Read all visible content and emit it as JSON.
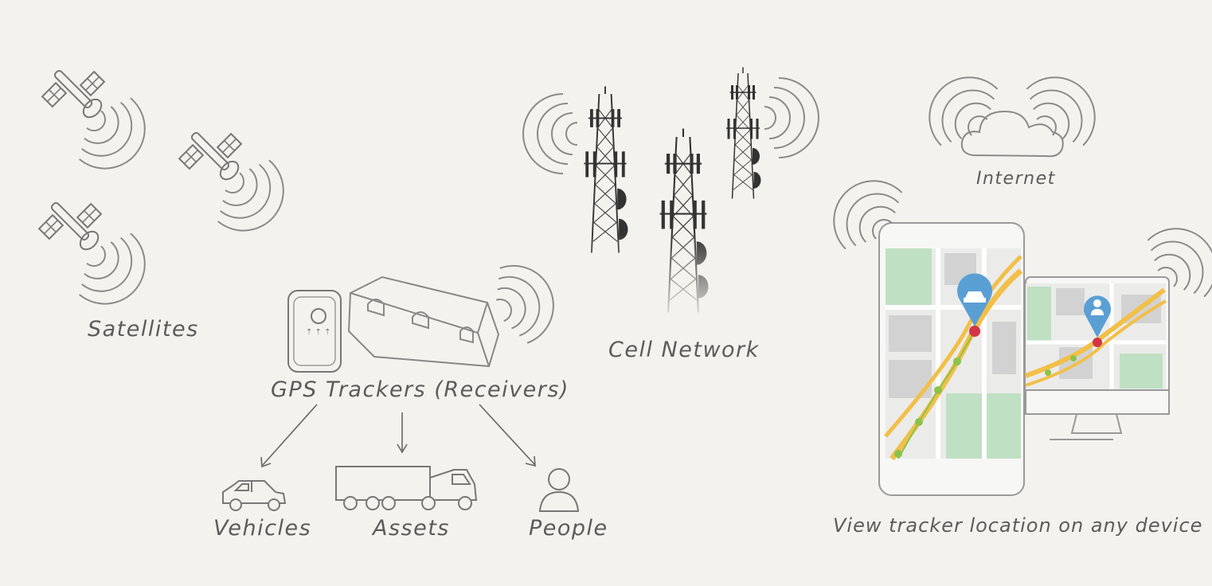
{
  "labels": {
    "satellites": "Satellites",
    "cell_network": "Cell Network",
    "internet": "Internet",
    "gps_trackers": "GPS Trackers (Receivers)",
    "vehicles": "Vehicles",
    "assets": "Assets",
    "people": "People",
    "view_location": "View tracker location on any device"
  },
  "colors": {
    "background": "#f3f2ee",
    "sketch": "#7a7a7a",
    "tower": "#333333",
    "map_green": "#bfe0c2",
    "map_block": "#d2d2d2",
    "road": "#f2bf47",
    "pin_blue": "#5a9fd4",
    "pin_red": "#d23545",
    "route_dot": "#8bc34a"
  },
  "icons": {
    "satellite": "satellite-icon",
    "tower": "cell-tower-icon",
    "cloud": "cloud-icon",
    "tracker": "gps-tracker-device-icon",
    "car": "car-icon",
    "truck": "truck-icon",
    "person": "person-icon",
    "phone": "smartphone-icon",
    "monitor": "monitor-icon",
    "pin_car": "car-location-pin-icon",
    "pin_person": "person-location-pin-icon"
  }
}
